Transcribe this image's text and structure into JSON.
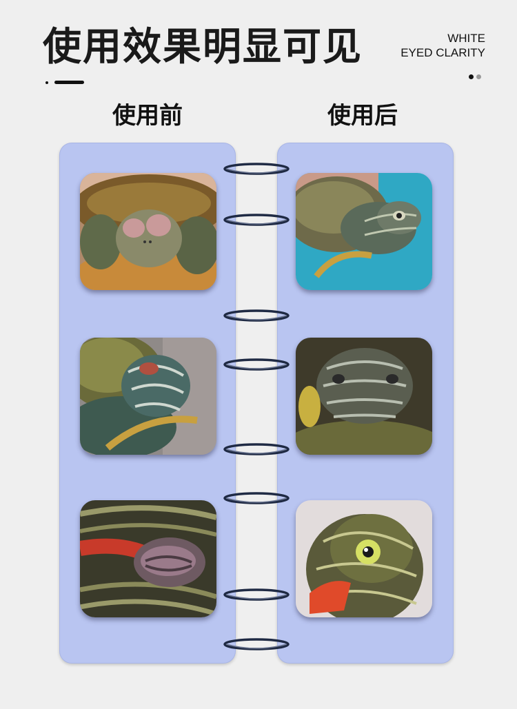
{
  "header": {
    "title": "使用效果明显可见",
    "en_line1": "WHITE",
    "en_line2": "EYED CLARITY"
  },
  "columns": {
    "before_label": "使用前",
    "after_label": "使用后"
  },
  "photos": {
    "before": [
      {
        "icon": "turtle-swollen-eyes-photo"
      },
      {
        "icon": "turtle-closed-eye-photo"
      },
      {
        "icon": "turtle-closed-eyes-closeup-photo"
      }
    ],
    "after": [
      {
        "icon": "turtle-open-eye-water-photo"
      },
      {
        "icon": "turtle-head-front-photo"
      },
      {
        "icon": "turtle-clear-eye-closeup-photo"
      }
    ]
  },
  "colors": {
    "panel": "#b9c5f1",
    "ring": "#1f2a44",
    "background": "#efefef"
  }
}
